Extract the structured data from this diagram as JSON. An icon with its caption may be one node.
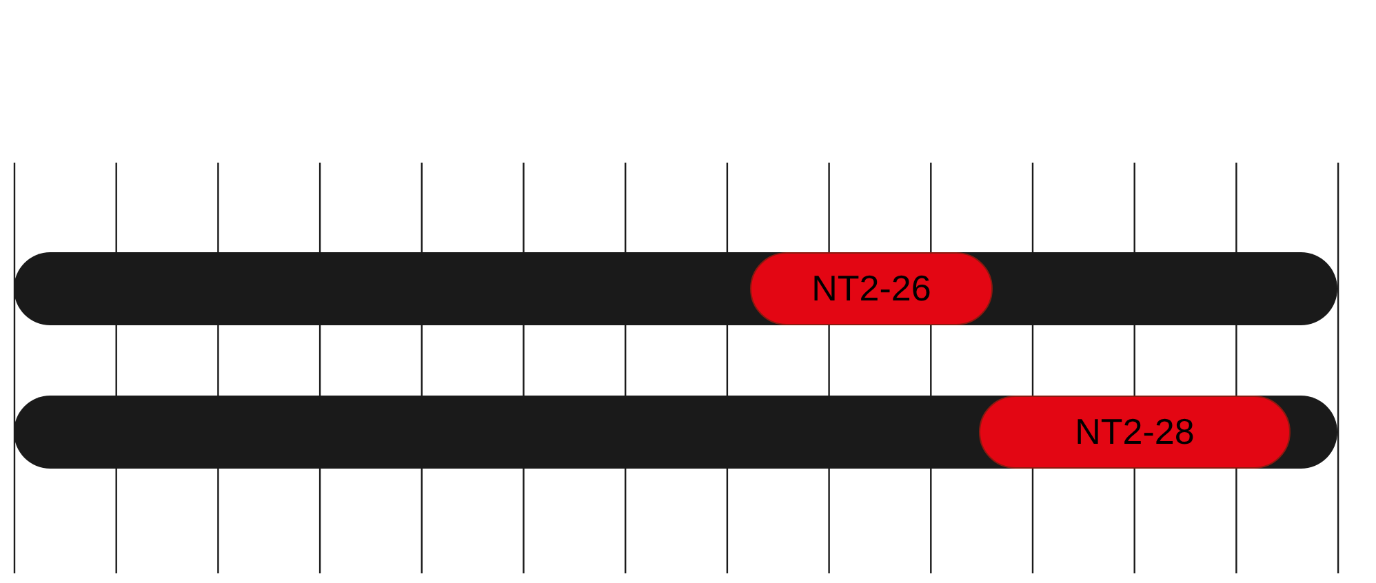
{
  "diagram": {
    "nodes": [
      {
        "text": [],
        "shape": "bar"
      },
      {
        "text": [
          "NT2-26"
        ],
        "in": 0
      },
      {
        "text": [],
        "shape": "bar"
      },
      {
        "text": [
          "NT2-28"
        ],
        "in": 2
      }
    ]
  }
}
